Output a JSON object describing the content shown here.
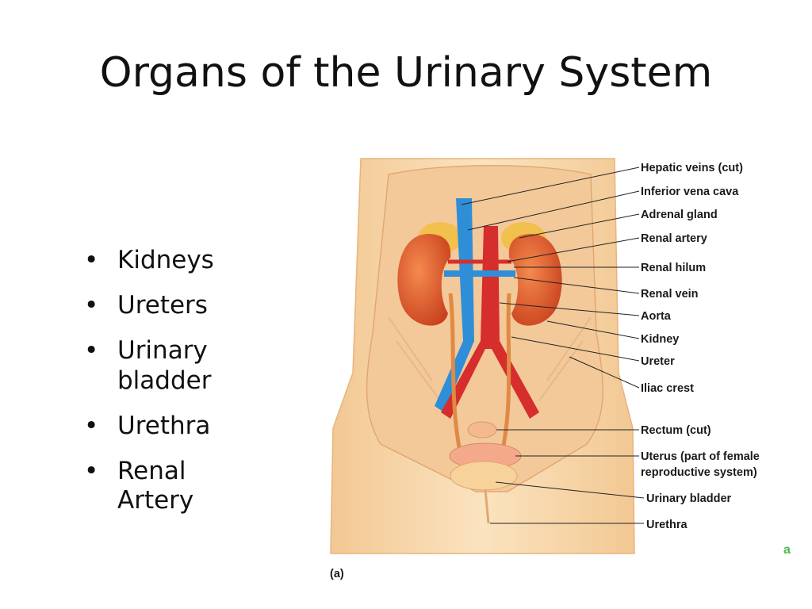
{
  "title": "Organs of the Urinary System",
  "bullets": [
    "Kidneys",
    "Ureters",
    "Urinary bladder",
    "Urethra",
    "Renal Artery"
  ],
  "diagram": {
    "panel_letter": "(a)",
    "edge_mark": "a",
    "labels": {
      "hepatic_veins": "Hepatic veins (cut)",
      "inferior_vena_cava": "Inferior vena cava",
      "adrenal_gland": "Adrenal gland",
      "renal_artery": "Renal artery",
      "renal_hilum": "Renal hilum",
      "renal_vein": "Renal vein",
      "aorta": "Aorta",
      "kidney": "Kidney",
      "ureter": "Ureter",
      "iliac_crest": "Iliac crest",
      "rectum": "Rectum (cut)",
      "uterus_line1": "Uterus (part of female",
      "uterus_line2": "reproductive system)",
      "urinary_bladder": "Urinary bladder",
      "urethra": "Urethra"
    },
    "colors": {
      "skin": "#f6d7a8",
      "cavity": "#f3c99a",
      "kidney": "#e2592a",
      "vein": "#2f8ed8",
      "artery": "#d62d2d",
      "adrenal": "#f2c04d",
      "accent_green": "#49b948"
    }
  }
}
